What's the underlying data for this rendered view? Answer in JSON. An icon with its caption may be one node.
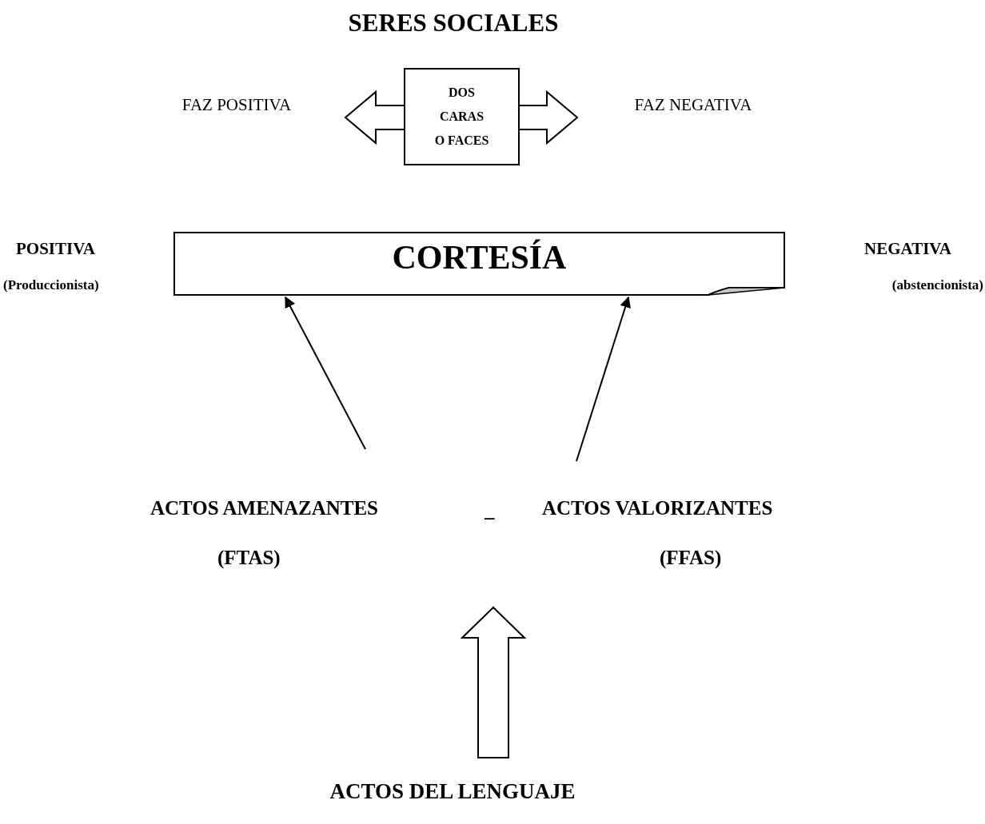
{
  "diagram": {
    "title": "SERES SOCIALES",
    "nodes": [
      {
        "text": [
          "FAZ POSITIVA"
        ]
      },
      {
        "text": [
          "DOS CARAS O FACES"
        ]
      },
      {
        "text": [
          "FAZ NEGATIVA"
        ]
      },
      {
        "text": [
          "POSITIVA",
          "(Produccionista)"
        ]
      },
      {
        "text": [
          "CORTESÍA"
        ]
      },
      {
        "text": [
          "NEGATIVA",
          "(abstencionista)"
        ]
      },
      {
        "text": [
          "ACTOS AMENAZANTES",
          "(FTAS)"
        ]
      },
      {
        "text": [
          "ACTOS VALORIZANTES",
          "(FFAS)"
        ]
      },
      {
        "text": [
          "ACTOS DEL LENGUAJE"
        ]
      }
    ],
    "edges": [
      {
        "from": 1,
        "to": 0,
        "arrow": "to",
        "style": "thick"
      },
      {
        "from": 1,
        "to": 2,
        "arrow": "to",
        "style": "thick"
      },
      {
        "from": 6,
        "to": 4,
        "arrow": "to"
      },
      {
        "from": 7,
        "to": 4,
        "arrow": "to"
      },
      {
        "from": 8,
        "to": null,
        "arrow": "to",
        "style": "thick"
      }
    ],
    "labels": [
      "–"
    ]
  }
}
